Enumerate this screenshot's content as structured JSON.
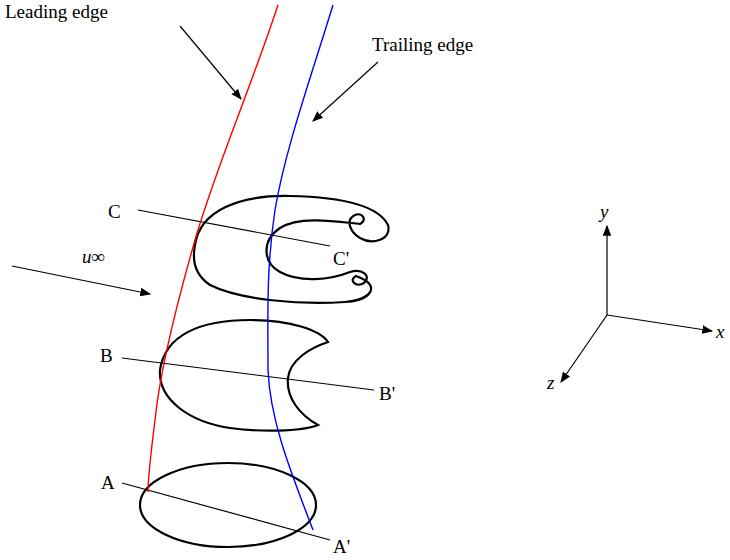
{
  "diagram": {
    "labels": [
      "Leading edge",
      "Trailing edge",
      "C",
      "C'",
      "B",
      "B'",
      "A",
      "A'",
      "u∞",
      "y",
      "x",
      "z"
    ]
  }
}
